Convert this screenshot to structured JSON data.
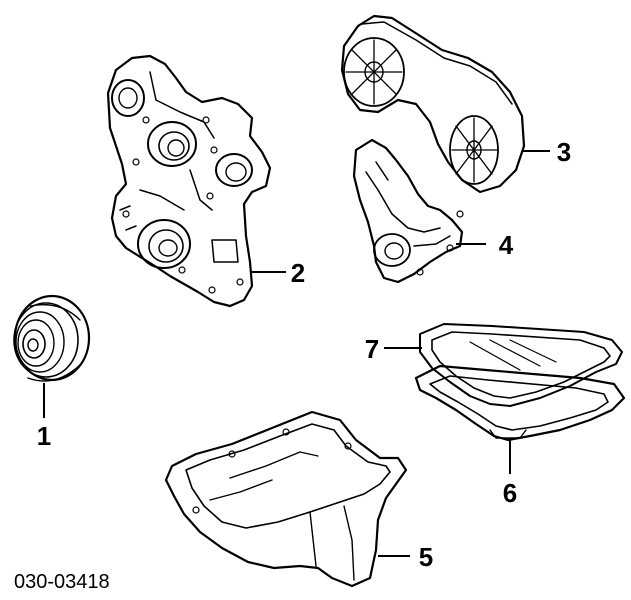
{
  "callouts": [
    {
      "id": "1",
      "label": "1"
    },
    {
      "id": "2",
      "label": "2"
    },
    {
      "id": "3",
      "label": "3"
    },
    {
      "id": "4",
      "label": "4"
    },
    {
      "id": "5",
      "label": "5"
    },
    {
      "id": "6",
      "label": "6"
    },
    {
      "id": "7",
      "label": "7"
    }
  ],
  "diagram_code": "030-03418"
}
